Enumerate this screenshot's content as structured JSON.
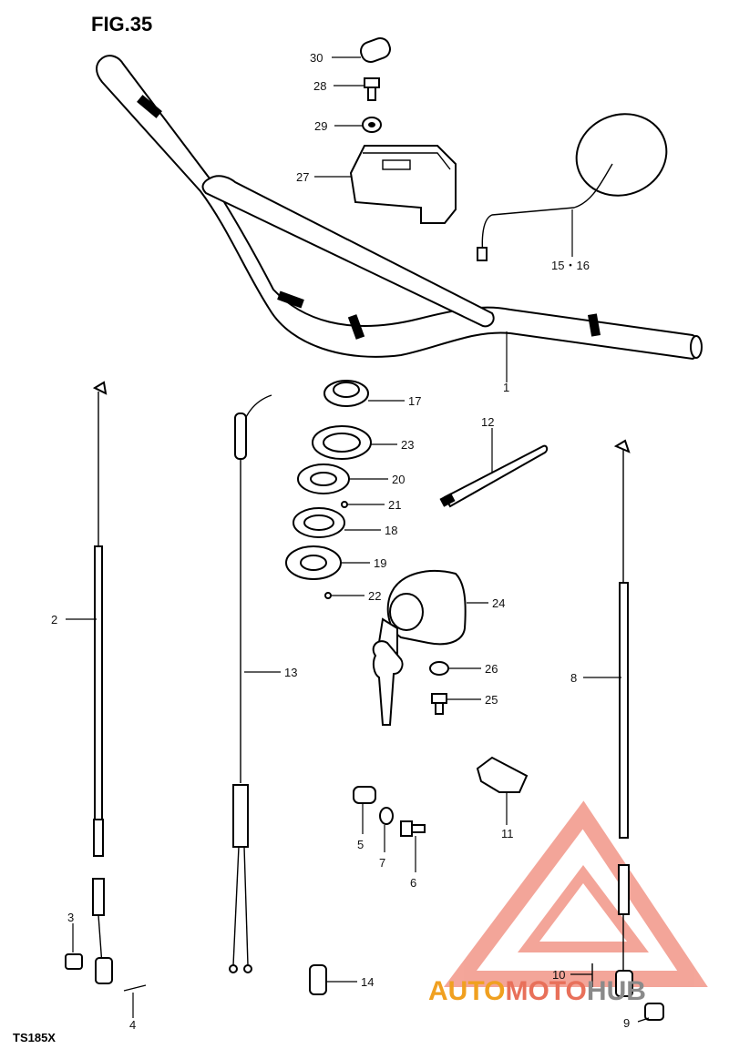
{
  "figure": {
    "title": "FIG.35",
    "model": "TS185X"
  },
  "labels": [
    {
      "id": "p30",
      "text": "30"
    },
    {
      "id": "p28",
      "text": "28"
    },
    {
      "id": "p29",
      "text": "29"
    },
    {
      "id": "p27",
      "text": "27"
    },
    {
      "id": "p15_16",
      "text": "15・16"
    },
    {
      "id": "p1",
      "text": "1"
    },
    {
      "id": "p17",
      "text": "17"
    },
    {
      "id": "p23",
      "text": "23"
    },
    {
      "id": "p20",
      "text": "20"
    },
    {
      "id": "p21",
      "text": "21"
    },
    {
      "id": "p18",
      "text": "18"
    },
    {
      "id": "p19",
      "text": "19"
    },
    {
      "id": "p22",
      "text": "22"
    },
    {
      "id": "p12",
      "text": "12"
    },
    {
      "id": "p24",
      "text": "24"
    },
    {
      "id": "p26",
      "text": "26"
    },
    {
      "id": "p25",
      "text": "25"
    },
    {
      "id": "p2",
      "text": "2"
    },
    {
      "id": "p13",
      "text": "13"
    },
    {
      "id": "p8",
      "text": "8"
    },
    {
      "id": "p5",
      "text": "5"
    },
    {
      "id": "p7",
      "text": "7"
    },
    {
      "id": "p6",
      "text": "6"
    },
    {
      "id": "p11",
      "text": "11"
    },
    {
      "id": "p3",
      "text": "3"
    },
    {
      "id": "p4",
      "text": "4"
    },
    {
      "id": "p14",
      "text": "14"
    },
    {
      "id": "p10",
      "text": "10"
    },
    {
      "id": "p9",
      "text": "9"
    }
  ],
  "watermark": {
    "part1": "AUTO",
    "part2": "MOTO",
    "part3": "HUB",
    "color_primary": "#f0a020",
    "color_secondary": "#e8705a",
    "color_tertiary": "#8a8a8a"
  }
}
